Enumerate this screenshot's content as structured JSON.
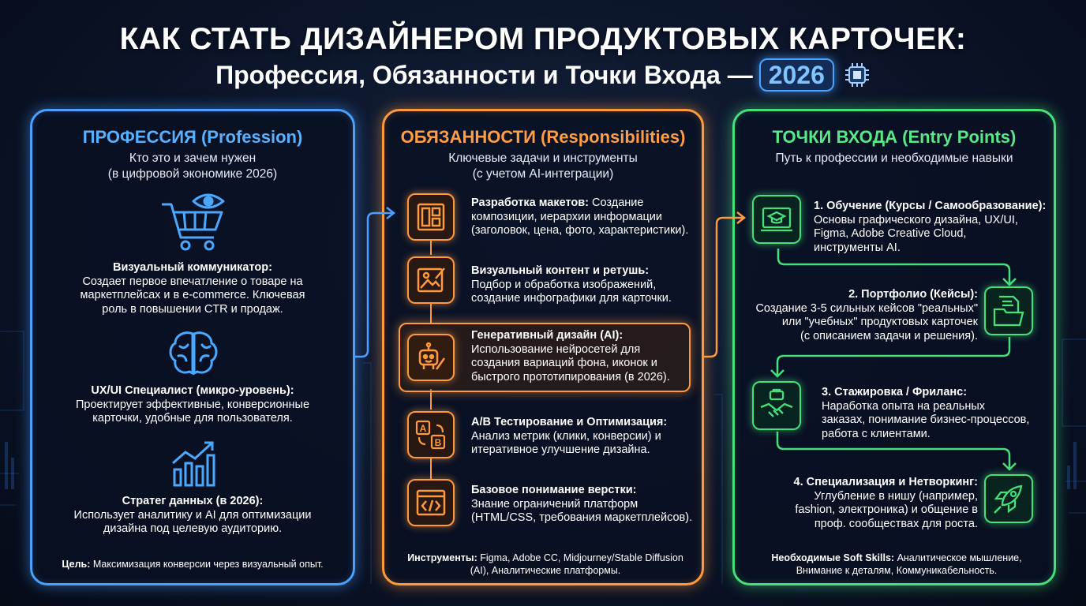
{
  "header": {
    "title_line1": "КАК СТАТЬ ДИЗАЙНЕРОМ ПРОДУКТОВЫХ КАРТОЧЕК:",
    "title_line2": "Профессия, Обязанности и Точки Входа —",
    "year": "2026",
    "chip_icon": "microchip-icon"
  },
  "colors": {
    "blue": "#4a9fff",
    "orange": "#ff9a3c",
    "green": "#45e07a",
    "background": "#0b1428"
  },
  "profession": {
    "heading": "ПРОФЕССИЯ (Profession)",
    "subtitle_line1": "Кто это и зачем нужен",
    "subtitle_line2": "(в цифровой экономике 2026)",
    "items": [
      {
        "icon": "shopping-cart-eye-icon",
        "title": "Визуальный коммуникатор:",
        "line1": "Создает первое впечатление о товаре на",
        "line2": "маркетплейсах и в e-commerce. Ключевая",
        "line3": "роль в повышении CTR и продаж."
      },
      {
        "icon": "brain-icon",
        "title": "UX/UI Специалист (микро-уровень):",
        "line1": "Проектирует эффективные, конверсионные",
        "line2": "карточки, удобные для пользователя."
      },
      {
        "icon": "growth-chart-icon",
        "title": "Стратег данных (в 2026):",
        "line1": "Использует аналитику и AI для оптимизации",
        "line2": "дизайна под целевую аудиторию."
      }
    ],
    "goal_label": "Цель:",
    "goal_text": "Максимизация конверсии через визуальный опыт."
  },
  "responsibilities": {
    "heading": "ОБЯЗАННОСТИ (Responsibilities)",
    "subtitle_line1": "Ключевые задачи и инструменты",
    "subtitle_line2": "(с учетом AI-интеграции)",
    "items": [
      {
        "icon": "layout-grid-icon",
        "title": "Разработка макетов:",
        "title_rest": "Создание",
        "line2": "композиции, иерархии информации",
        "line3": "(заголовок, цена, фото, характеристики)."
      },
      {
        "icon": "image-edit-icon",
        "title": "Визуальный контент и ретушь:",
        "line2": "Подбор и обработка изображений,",
        "line3": "создание инфографики для карточки."
      },
      {
        "icon": "robot-pencil-icon",
        "title": "Генеративный дизайн (AI):",
        "line2": "Использование нейросетей для",
        "line3": "создания вариаций фона, иконок и",
        "line4": "быстрого прототипирования (в 2026)."
      },
      {
        "icon": "ab-test-icon",
        "title": "A/B Тестирование и Оптимизация:",
        "line2": "Анализ метрик (клики, конверсии) и",
        "line3": "итеративное улучшение дизайна."
      },
      {
        "icon": "code-window-icon",
        "title": "Базовое понимание верстки:",
        "line2": "Знание ограничений платформ",
        "line3": "(HTML/CSS, требования маркетплейсов)."
      }
    ],
    "tools_label": "Инструменты:",
    "tools_line1": "Figma, Adobe CC, Midjourney/Stable Diffusion",
    "tools_line2": "(AI), Аналитические платформы."
  },
  "entry_points": {
    "heading": "ТОЧКИ ВХОДА (Entry Points)",
    "subtitle": "Путь к профессии и необходимые навыки",
    "items": [
      {
        "icon": "online-course-icon",
        "title": "1. Обучение (Курсы / Самообразование):",
        "line2": "Основы графического дизайна, UX/UI,",
        "line3": "Figma, Adobe Creative Cloud,",
        "line4": "инструменты AI."
      },
      {
        "icon": "portfolio-folder-icon",
        "title": "2. Портфолио (Кейсы):",
        "line2": "Создание 3-5 сильных кейсов \"реальных\"",
        "line3": "или \"учебных\" продуктовых карточек",
        "line4": "(с описанием задачи и решения)."
      },
      {
        "icon": "handshake-briefcase-icon",
        "title": "3. Стажировка / Фриланс:",
        "line2": "Наработка опыта на реальных",
        "line3": "заказах, понимание бизнес-процессов,",
        "line4": "работа с клиентами."
      },
      {
        "icon": "rocket-icon",
        "title": "4. Специализация и Нетворкинг:",
        "line2": "Углубление в нишу (например,",
        "line3": "fashion, электроника) и общение в",
        "line4": "проф. сообществах для роста."
      }
    ],
    "skills_label": "Необходимые Soft Skills:",
    "skills_text1": "Аналитическое мышление,",
    "skills_line2": "Внимание к деталям, Коммуникабельность."
  }
}
